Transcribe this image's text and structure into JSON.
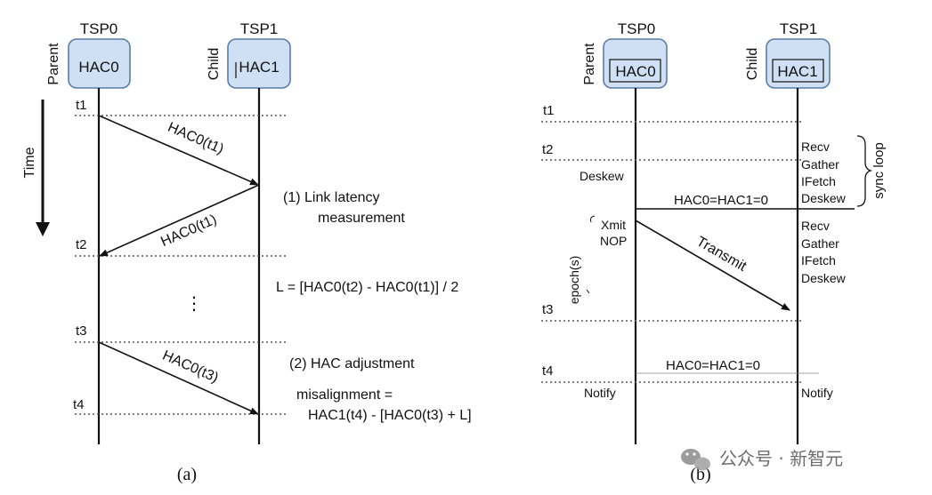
{
  "panel_a": {
    "tsp0": "TSP0",
    "tsp1": "TSP1",
    "hac0": "HAC0",
    "hac1": "HAC1",
    "parent": "Parent",
    "child": "Child",
    "time": "Time",
    "t1": "t1",
    "t2": "t2",
    "t3": "t3",
    "t4": "t4",
    "msg1": "HAC0(t1)",
    "msg2": "HAC0(t1)",
    "msg3": "HAC0(t3)",
    "step1_line1": "(1)  Link latency",
    "step1_line2": "measurement",
    "latency_formula": "L = [HAC0(t2) - HAC0(t1)] / 2",
    "ellipsis": "⋮",
    "step2": "(2)  HAC adjustment",
    "misalign_line1": "misalignment =",
    "misalign_line2": "HAC1(t4) - [HAC0(t3) + L]",
    "caption": "(a)"
  },
  "panel_b": {
    "tsp0": "TSP0",
    "tsp1": "TSP1",
    "hac0": "HAC0",
    "hac1": "HAC1",
    "parent": "Parent",
    "child": "Child",
    "t1": "t1",
    "t2": "t2",
    "t3": "t3",
    "t4": "t4",
    "deskew_left": "Deskew",
    "sync_list": [
      "Recv",
      "Gather",
      "IFetch",
      "Deskew"
    ],
    "sync_loop": "sync loop",
    "hac_equal_1": "HAC0=HAC1=0",
    "xmit": "Xmit",
    "nop": "NOP",
    "epochs": "epoch(s)",
    "transmit": "Transmit",
    "recv_list": [
      "Recv",
      "Gather",
      "IFetch",
      "Deskew"
    ],
    "hac_equal_2": "HAC0=HAC1=0",
    "notify_left": "Notify",
    "notify_right": "Notify",
    "caption": "(b)"
  },
  "watermark": "公众号 · 新智元"
}
